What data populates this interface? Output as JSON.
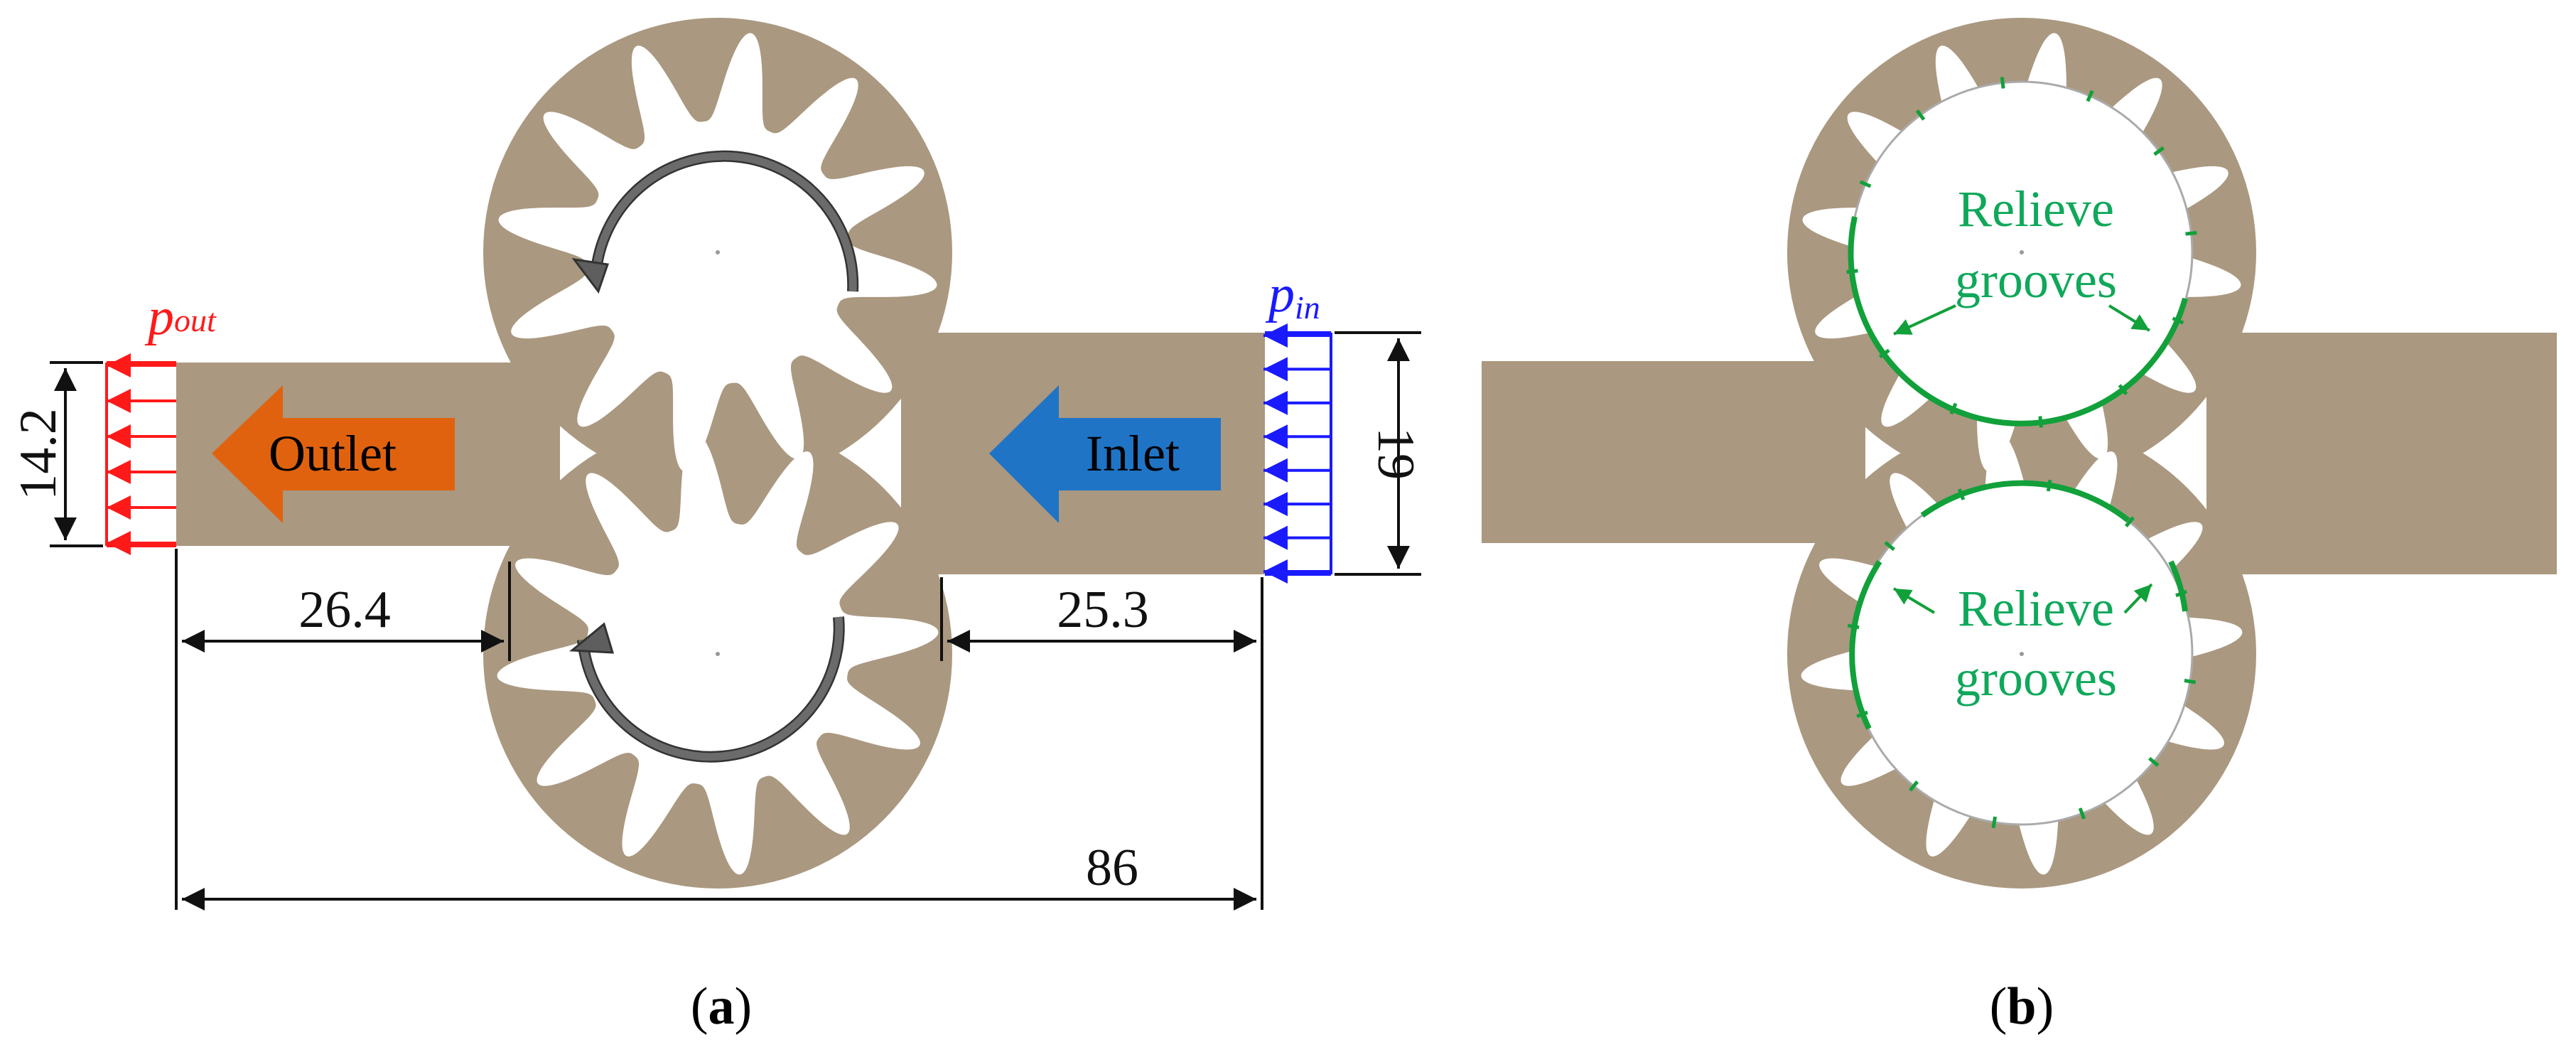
{
  "colors": {
    "fluid": "#aa9880",
    "outlet_arrow": "#e0620f",
    "inlet_arrow": "#1f74c6",
    "outlet_pressure": "#ff1a1a",
    "inlet_pressure": "#1a1aff",
    "groove": "#12a03a",
    "groove_text": "#0fa85a",
    "dimension": "#111111",
    "rotation_arrow": "#5e5e5e"
  },
  "panel_a": {
    "caption_open": "(",
    "caption_letter": "a",
    "caption_close": ")",
    "outlet_label": "Outlet",
    "inlet_label": "Inlet",
    "p_out_symbol": "p",
    "p_out_sub": "out",
    "p_in_symbol": "p",
    "p_in_sub": "in",
    "dim_outlet_height": "14.2",
    "dim_inlet_height": "19",
    "dim_outlet_length": "26.4",
    "dim_inlet_length": "25.3",
    "dim_total_length": "86"
  },
  "panel_b": {
    "caption_open": "(",
    "caption_letter": "b",
    "caption_close": ")",
    "groove_label_line1": "Relieve",
    "groove_label_line2": "grooves"
  }
}
